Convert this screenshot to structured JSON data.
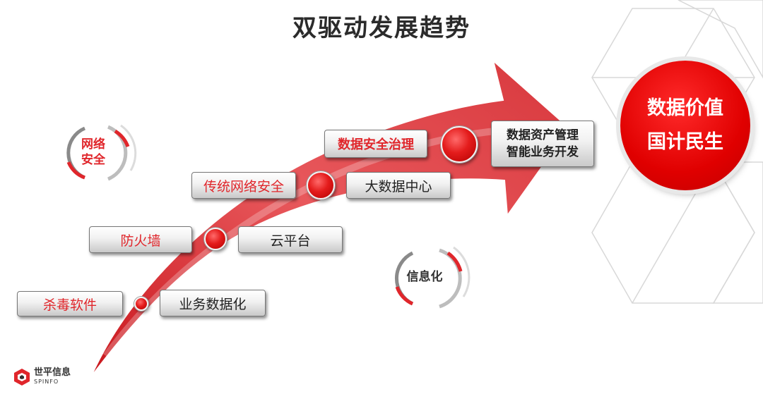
{
  "title": "双驱动发展趋势",
  "security_items": [
    "杀毒软件",
    "防火墙",
    "传统网络安全",
    "数据安全治理"
  ],
  "info_items": [
    "业务数据化",
    "云平台",
    "大数据中心"
  ],
  "final_item": [
    "数据资产管理",
    "智能业务开发"
  ],
  "ring_security": [
    "网络",
    "安全"
  ],
  "ring_info": "信息化",
  "goal": [
    "数据价值",
    "国计民生"
  ],
  "colors": {
    "accent": "#e0262b",
    "arrow": "#e0474c"
  },
  "logo": {
    "cn": "世平信息",
    "en": "SPINFO"
  }
}
